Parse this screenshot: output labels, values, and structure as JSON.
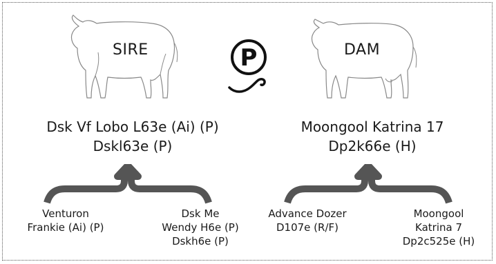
{
  "sire": {
    "label": "SIRE",
    "name_line1": "Dsk Vf Lobo L63e (Ai) (P)",
    "name_line2": "Dskl63e (P)"
  },
  "dam": {
    "label": "DAM",
    "name_line1": "Moongool Katrina 17",
    "name_line2": "Dp2k66e (H)"
  },
  "poll_badge": {
    "letter": "P",
    "icon": "polled-p-icon"
  },
  "grandparents": {
    "sire_sire": [
      "Venturon",
      "Frankie (Ai) (P)"
    ],
    "sire_dam": [
      "Dsk Me",
      "Wendy H6e (P)",
      "Dskh6e (P)"
    ],
    "dam_sire": [
      "Advance Dozer",
      "D107e (R/F)"
    ],
    "dam_dam": [
      "Moongool",
      "Katrina 7",
      "Dp2c525e (H)"
    ]
  },
  "colors": {
    "brace": "#555555",
    "outline": "#888888",
    "text": "#1a1a1a"
  }
}
